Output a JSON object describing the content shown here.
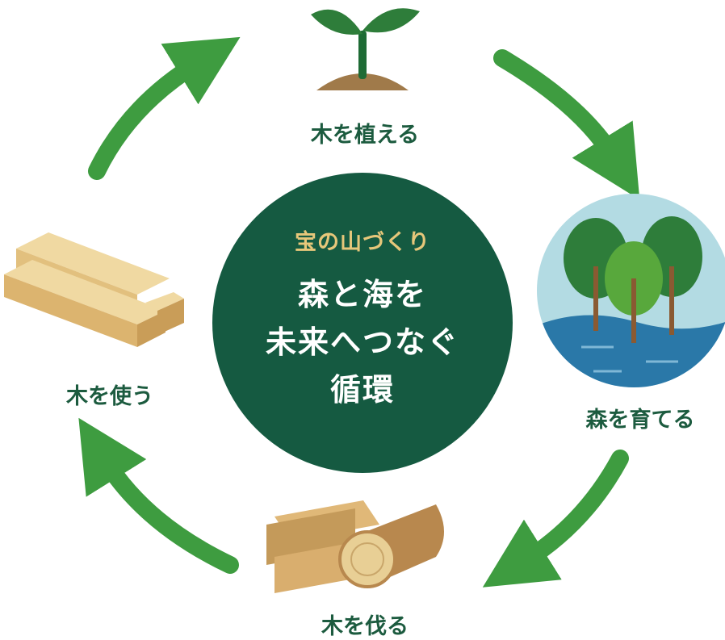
{
  "center": {
    "subtitle": "宝の山づくり",
    "lines": [
      "森と海を",
      "未来へつなぐ",
      "循環"
    ]
  },
  "steps": [
    {
      "label": "木を植える",
      "icon": "seedling-icon"
    },
    {
      "label": "森を育てる",
      "icon": "forest-icon"
    },
    {
      "label": "木を伐る",
      "icon": "logs-icon"
    },
    {
      "label": "木を使う",
      "icon": "lumber-icon"
    }
  ],
  "colors": {
    "circle": "#155a41",
    "arrow": "#3e9c40",
    "label": "#1c5b3f",
    "subtitle": "#e6c77a",
    "wood_light": "#e8c98a",
    "wood_dark": "#c49a5a",
    "sky": "#b3dbe3",
    "water": "#2a78a8",
    "tree": "#3a8a3e",
    "soil": "#a07a4a"
  }
}
